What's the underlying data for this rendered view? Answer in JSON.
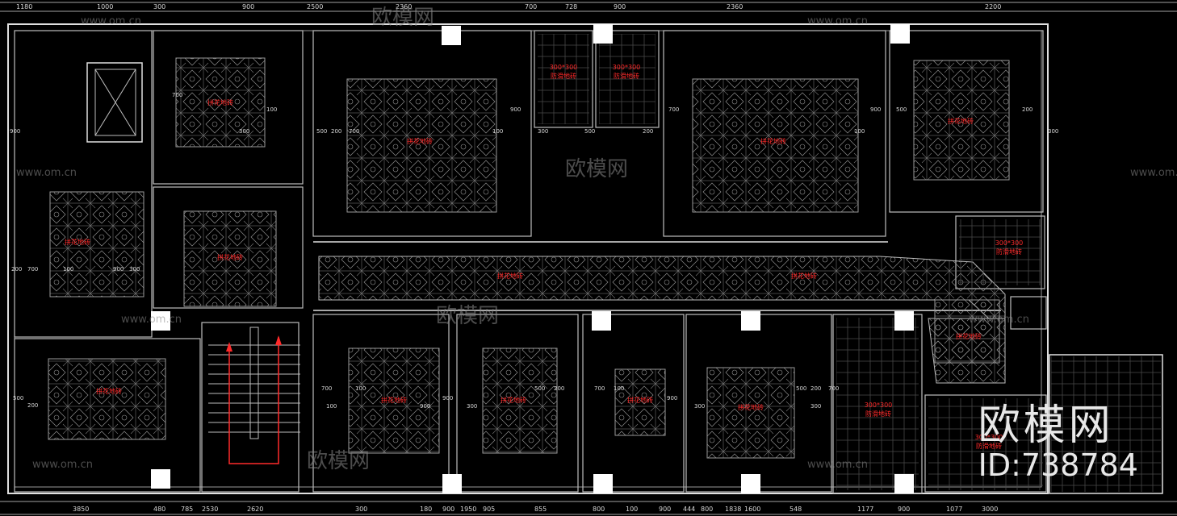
{
  "drawing": {
    "colors": {
      "background": "#000000",
      "wall": "#e0e0e0",
      "line": "#bdbdbd",
      "dim": "#d8d8d8",
      "label_red": "#ff2a2a",
      "pattern": "#9a9a9a",
      "column": "#ffffff",
      "watermark": "#8a8a8a"
    },
    "room_labels": {
      "pinhua": "拼花地砖",
      "tile300": "300*300",
      "antislip": "防滑地砖",
      "tile300x200": "300*300"
    },
    "top_dims": [
      "1180",
      "1000",
      "300",
      "900",
      "2500",
      "2360",
      "700",
      "728",
      "900",
      "2360",
      "2200"
    ],
    "side_dims": [
      "200",
      "700",
      "100",
      "900",
      "300",
      "500"
    ],
    "bottom_dims": [
      "3850",
      "480",
      "785",
      "2530",
      "2620",
      "300",
      "180",
      "900",
      "1950",
      "905",
      "855",
      "800",
      "100",
      "900",
      "444",
      "800",
      "1838",
      "1600",
      "548",
      "1177",
      "900",
      "1077",
      "3000"
    ],
    "watermarks": {
      "url": "www.om.cn",
      "brand": "欧模网"
    }
  },
  "watermark_block": {
    "brand": "欧模网",
    "id": "ID:738784"
  }
}
